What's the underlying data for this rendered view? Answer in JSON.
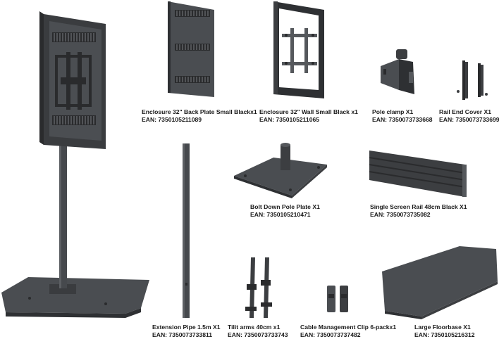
{
  "items": [
    {
      "name": "Enclosure 32\" Back Plate Small Blackx1",
      "ean": "EAN: 7350105211089"
    },
    {
      "name": "Enclosure 32\" Wall Small Black x1",
      "ean": "EAN: 7350105211065"
    },
    {
      "name": "Pole clamp X1",
      "ean": "EAN: 7350073733668"
    },
    {
      "name": "Rail End Cover X1",
      "ean": "EAN: 7350073733699"
    },
    {
      "name": "Bolt Down Pole Plate X1",
      "ean": "EAN: 7350105210471"
    },
    {
      "name": "Single Screen Rail 48cm Black X1",
      "ean": "EAN: 7350073735082"
    },
    {
      "name": "Extension Pipe 1.5m  X1",
      "ean": "EAN: 7350073733811"
    },
    {
      "name": "Tilit arms 40cm x1",
      "ean": "EAN: 7350073733743"
    },
    {
      "name": "Cable Management Clip 6-packx1",
      "ean": "EAN: 7350073737482"
    },
    {
      "name": "Large Floorbase X1",
      "ean": "EAN: 7350105216312"
    }
  ],
  "colors": {
    "metal_dark": "#3c3e41",
    "metal_mid": "#55585c",
    "metal_light": "#7a7d81"
  }
}
